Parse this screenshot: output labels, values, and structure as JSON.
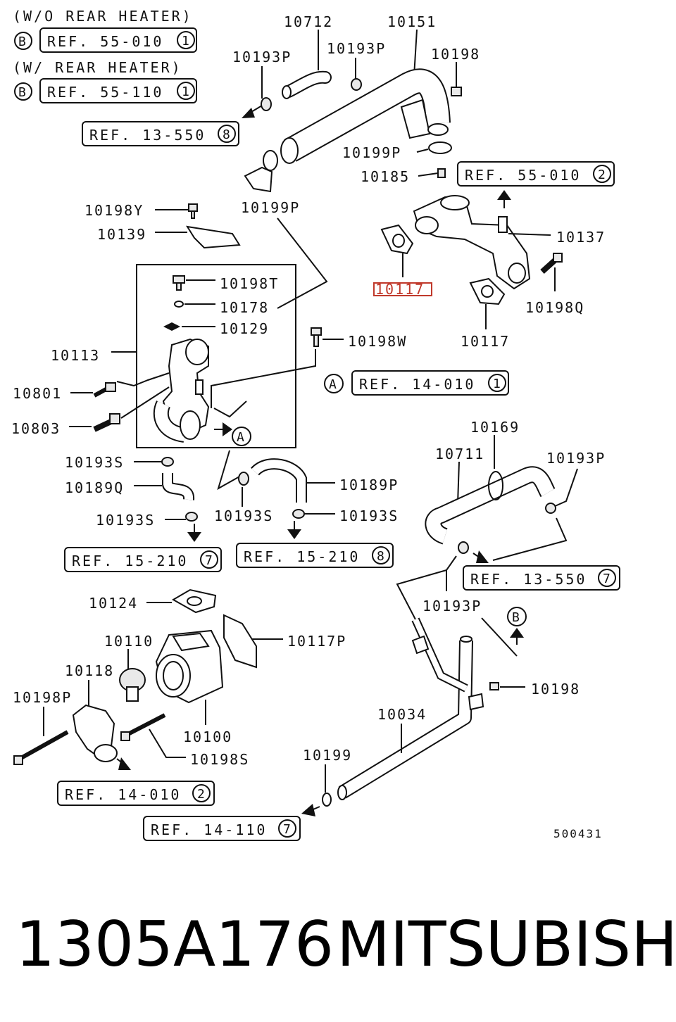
{
  "notes": {
    "without_rear_heater": "(W/O REAR HEATER)",
    "with_rear_heater": "(W/ REAR HEATER)"
  },
  "refs": {
    "r55_010_1": "REF. 55-010",
    "r55_110_1": "REF. 55-110",
    "r13_550_8": "REF. 13-550",
    "r55_010_2": "REF. 55-010",
    "r14_010_1": "REF. 14-010",
    "r15_210_7": "REF. 15-210",
    "r15_210_8": "REF. 15-210",
    "r13_550_7": "REF. 13-550",
    "r14_010_2": "REF. 14-010",
    "r14_110_7": "REF. 14-110"
  },
  "circled": {
    "one": "1",
    "two": "2",
    "seven": "7",
    "eight": "8",
    "a": "A",
    "b": "B"
  },
  "parts": {
    "p10712": "10712",
    "p10151": "10151",
    "p10193P": "10193P",
    "p10198": "10198",
    "p10199P": "10199P",
    "p10185": "10185",
    "p10198Y": "10198Y",
    "p10139": "10139",
    "p10137": "10137",
    "p10117": "10117",
    "p10198T": "10198T",
    "p10178": "10178",
    "p10129": "10129",
    "p10198Q": "10198Q",
    "p10113": "10113",
    "p10198W": "10198W",
    "p10801": "10801",
    "p10803": "10803",
    "p10169": "10169",
    "p10711": "10711",
    "p10193S": "10193S",
    "p10189Q": "10189Q",
    "p10189P": "10189P",
    "p10124": "10124",
    "p10110": "10110",
    "p10117P": "10117P",
    "p10118": "10118",
    "p10198P": "10198P",
    "p10100": "10100",
    "p10198S": "10198S",
    "p10034": "10034",
    "p10199": "10199"
  },
  "diagram_id": "500431",
  "caption": {
    "part_number": "1305A176",
    "brand": "MITSUBISHI"
  },
  "highlight_color": "#c0392b"
}
